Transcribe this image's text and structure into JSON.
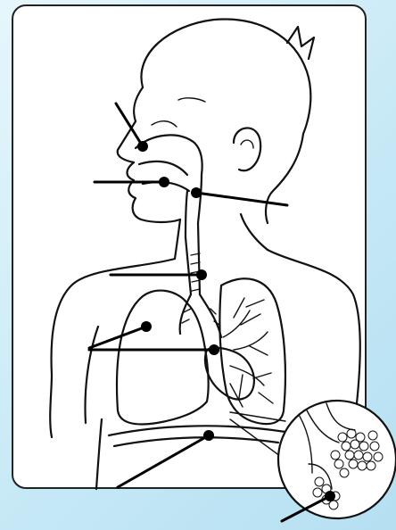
{
  "figure": {
    "background_color": "#c7e9f6",
    "card_color": "#ffffff",
    "ink_color": "#111111"
  },
  "labels": [
    {
      "id": "nasal-cavity",
      "text": ""
    },
    {
      "id": "mouth",
      "text": ""
    },
    {
      "id": "pharynx",
      "text": ""
    },
    {
      "id": "trachea",
      "text": ""
    },
    {
      "id": "lung",
      "text": ""
    },
    {
      "id": "bronchus",
      "text": ""
    },
    {
      "id": "diaphragm",
      "text": ""
    },
    {
      "id": "alveoli",
      "text": ""
    }
  ]
}
